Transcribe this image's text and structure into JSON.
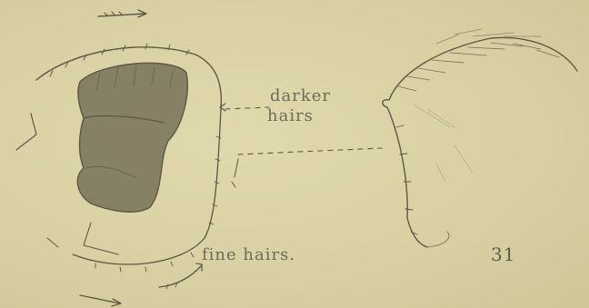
{
  "labels": {
    "darker_line1": "darker",
    "darker_line2": "hairs",
    "fine_hairs": "fine hairs.",
    "figure_number": "31"
  }
}
